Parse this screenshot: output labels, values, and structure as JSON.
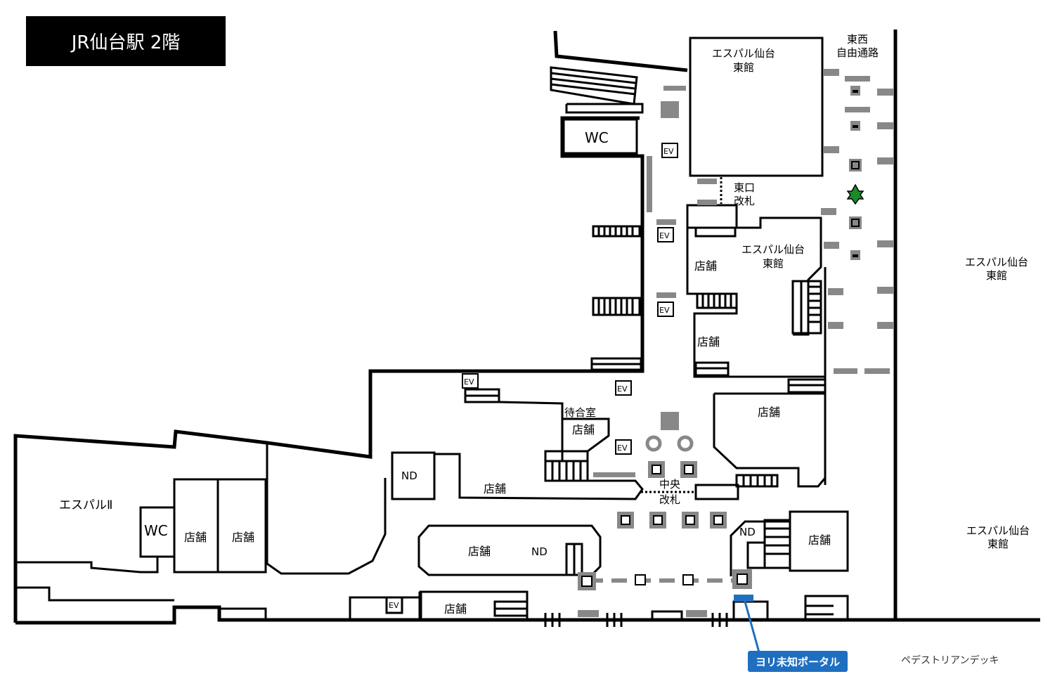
{
  "title": "JR仙台駅 2階",
  "labels": {
    "wc1": "WC",
    "wc2": "WC",
    "ev": "EV",
    "east_west_line1": "東西",
    "east_west_line2": "自由通路",
    "espal_east_line1": "エスパル仙台",
    "espal_east_line2": "東館",
    "east_gate_line1": "東口",
    "east_gate_line2": "改札",
    "central_gate_line1": "中央",
    "central_gate_line2": "改札",
    "shop": "店舗",
    "waiting_room": "待合室",
    "nd": "ND",
    "espal2": "エスパルⅡ",
    "pedestrian_deck": "ペデストリアンデッキ"
  },
  "portal_label": "ヨリ未知ポータル",
  "colors": {
    "wall": "#000000",
    "gray_block": "#888888",
    "portal": "#1f6fc0",
    "star": "#1a8a2a"
  }
}
